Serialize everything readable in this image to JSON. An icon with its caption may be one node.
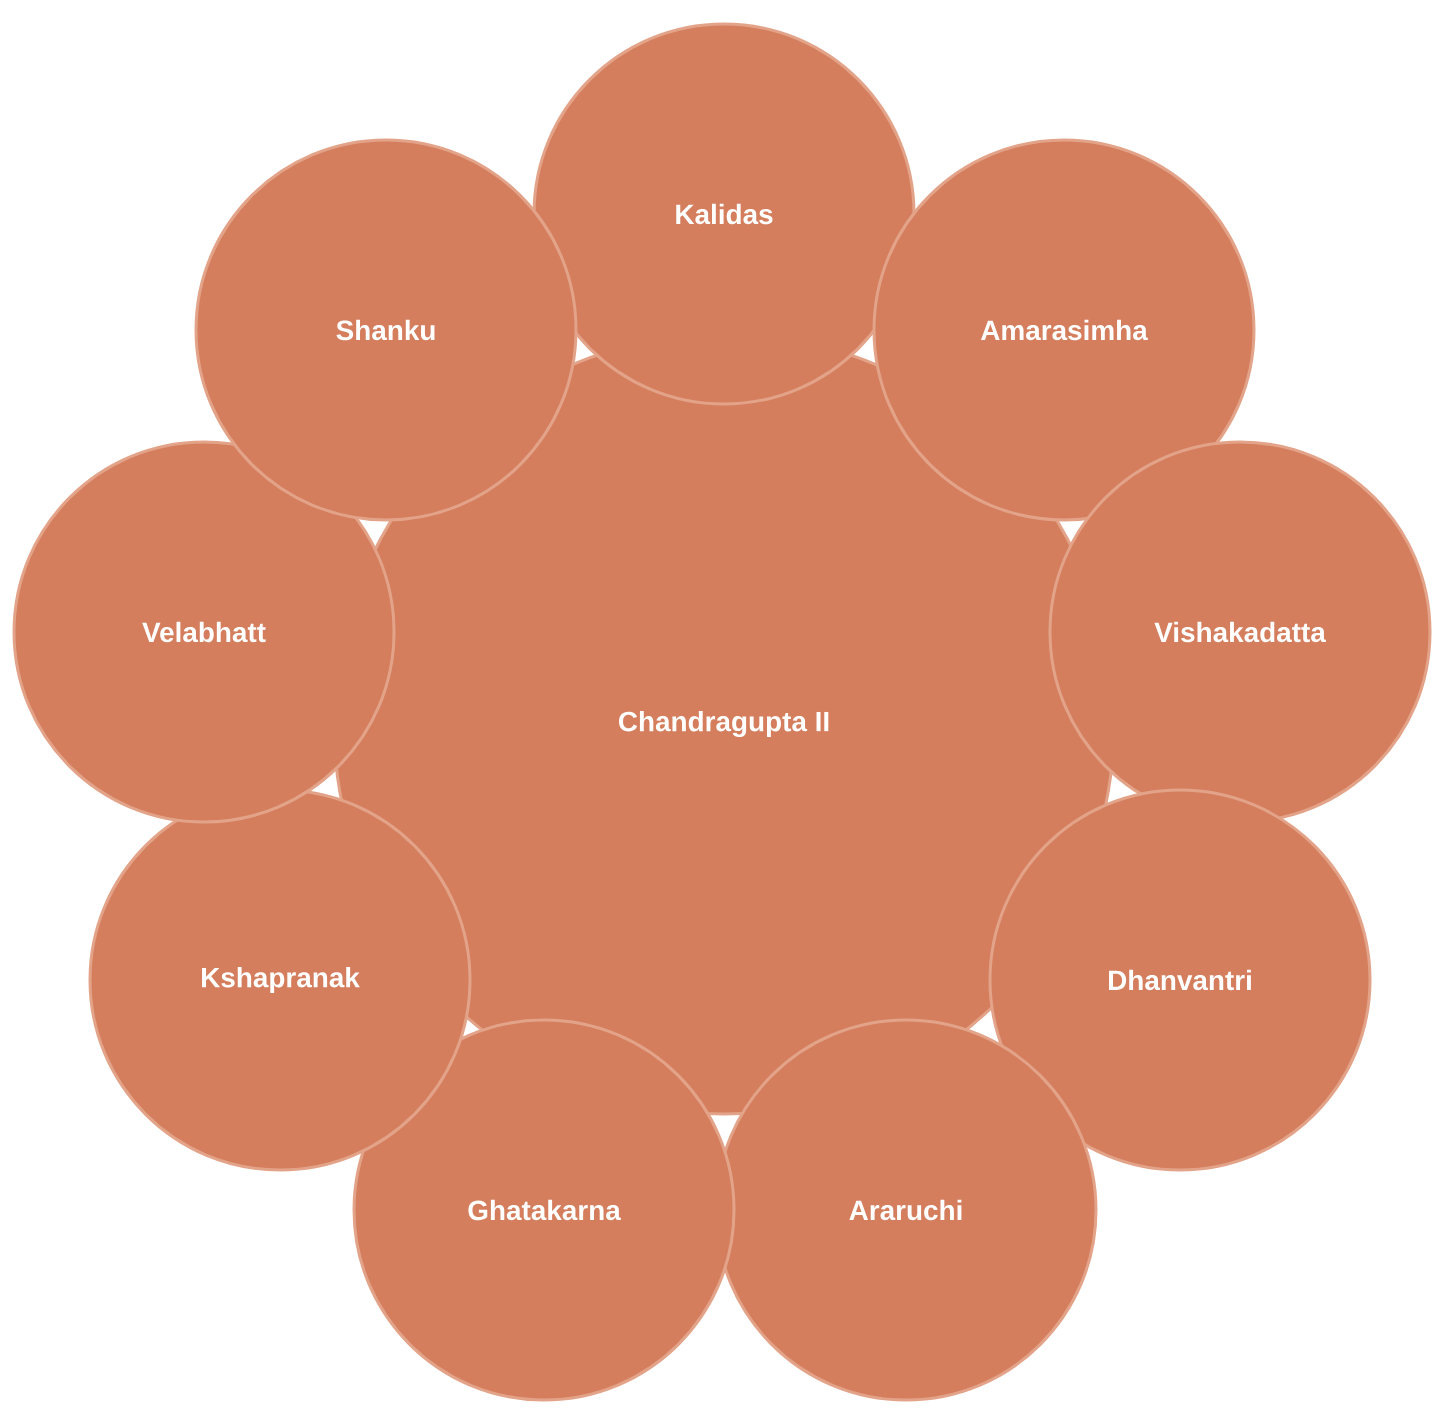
{
  "diagram": {
    "nodes": [
      {
        "text": [
          "Chandragupta II"
        ]
      },
      {
        "text": [
          "Kalidas"
        ]
      },
      {
        "text": [
          "Amarasimha"
        ]
      },
      {
        "text": [
          "Vishakadatta"
        ]
      },
      {
        "text": [
          "Dhanvantri"
        ]
      },
      {
        "text": [
          "Araruchi"
        ]
      },
      {
        "text": [
          "Ghatakarna"
        ]
      },
      {
        "text": [
          "Kshapranak"
        ]
      },
      {
        "text": [
          "Velabhatt"
        ]
      },
      {
        "text": [
          "Shanku"
        ]
      }
    ]
  }
}
